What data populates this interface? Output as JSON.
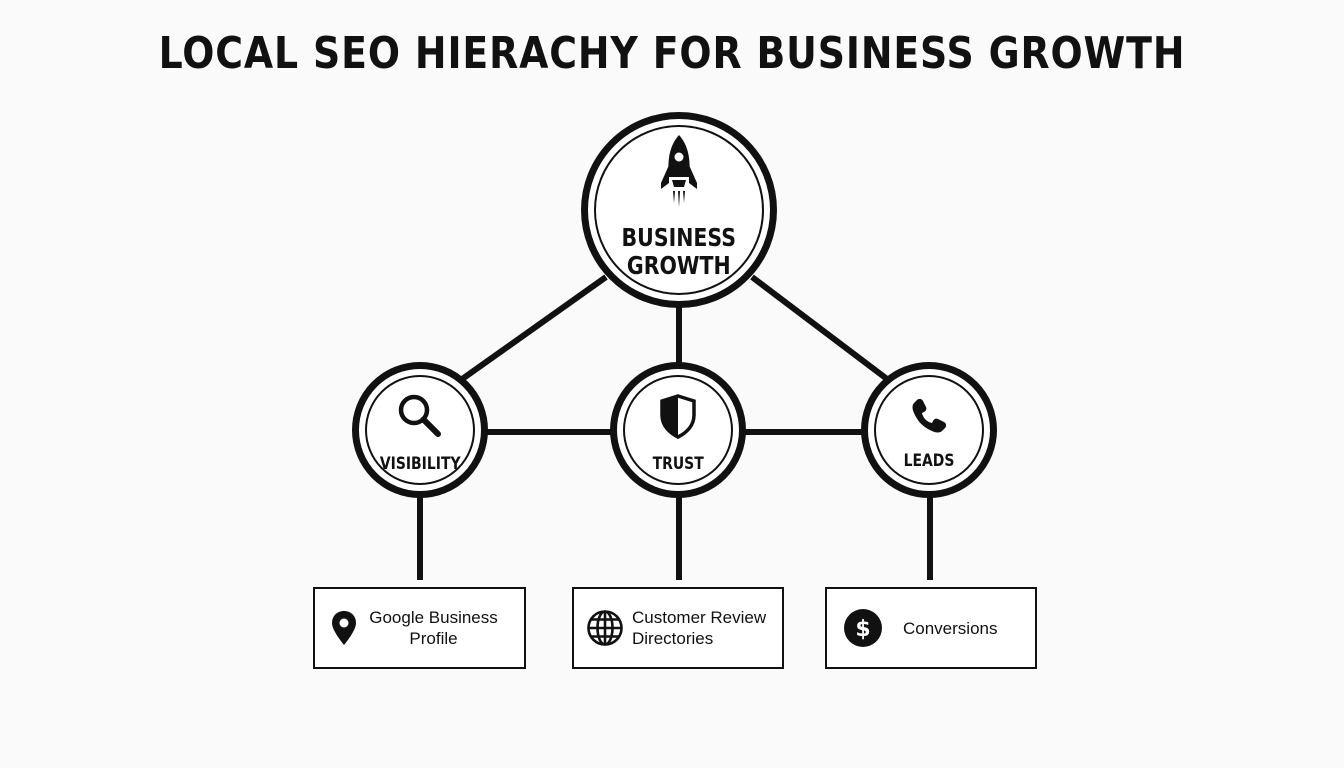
{
  "title": "LOCAL SEO HIERACHY FOR BUSINESS GROWTH",
  "top_node": {
    "label_line1": "BUSINESS",
    "label_line2": "GROWTH",
    "icon": "rocket-icon"
  },
  "pillars": [
    {
      "label": "VISIBILITY",
      "icon": "magnifier-icon"
    },
    {
      "label": "TRUST",
      "icon": "shield-icon"
    },
    {
      "label": "LEADS",
      "icon": "phone-icon"
    }
  ],
  "foundations": [
    {
      "line1": "Google Business",
      "line2": "Profile",
      "icon": "map-pin-icon"
    },
    {
      "line1": "Customer Review",
      "line2": "Directories",
      "icon": "globe-icon"
    },
    {
      "line1": "Conversions",
      "icon": "dollar-coin-icon"
    }
  ],
  "colors": {
    "stroke": "#111111",
    "background": "#fafafa",
    "fill": "#ffffff"
  }
}
